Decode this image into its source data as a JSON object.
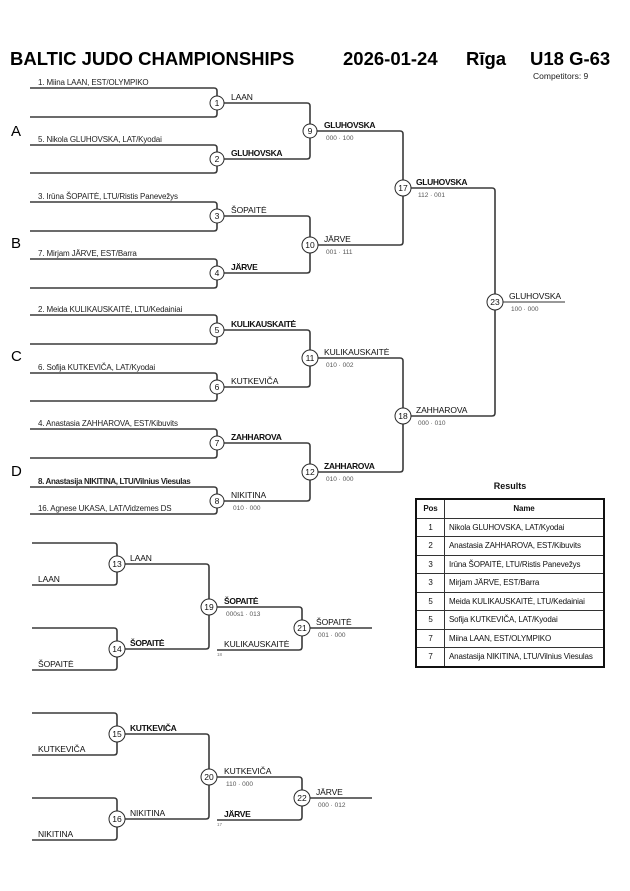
{
  "header": {
    "title": "BALTIC JUDO CHAMPIONSHIPS",
    "date": "2026-01-24",
    "city": "Rīga",
    "category": "U18 G-63",
    "competitors_label": "Competitors: 9"
  },
  "pools": {
    "a": "A",
    "b": "B",
    "c": "C",
    "d": "D"
  },
  "entries": {
    "m1_top": {
      "label": "1. Miina LAAN, EST/OLYMPIKO",
      "highlight": false
    },
    "m2_top": {
      "label": "5. Nikola GLUHOVSKA, LAT/Kyodai",
      "highlight": false
    },
    "m3_top": {
      "label": "3. Irūna ŠOPAITĖ, LTU/Ristis Panevežys",
      "highlight": false
    },
    "m4_top": {
      "label": "7. Mirjam JÄRVE, EST/Barra",
      "highlight": false
    },
    "m5_top": {
      "label": "2. Meida KULIKAUSKAITĖ, LTU/Kedainiai",
      "highlight": false
    },
    "m6_top": {
      "label": "6. Sofija KUTKEVIČA, LAT/Kyodai",
      "highlight": false
    },
    "m7_top": {
      "label": "4. Anastasia ZAHHAROVA, EST/Kibuvits",
      "highlight": false
    },
    "m8_top": {
      "label": "8. Anastasija NIKITINA, LTU/Vilnius Viesulas",
      "highlight": true
    },
    "m8_bottom": {
      "label": "16. Agnese UKASA, LAT/Vidzemes DS",
      "highlight": false
    }
  },
  "matches": {
    "m1": {
      "number": "1",
      "winner": "LAAN",
      "score": null,
      "highlight": false
    },
    "m2": {
      "number": "2",
      "winner": "GLUHOVSKA",
      "score": null,
      "highlight": true
    },
    "m3": {
      "number": "3",
      "winner": "ŠOPAITĖ",
      "score": null,
      "highlight": false
    },
    "m4": {
      "number": "4",
      "winner": "JÄRVE",
      "score": null,
      "highlight": true
    },
    "m5": {
      "number": "5",
      "winner": "KULIKAUSKAITĖ",
      "score": null,
      "highlight": true
    },
    "m6": {
      "number": "6",
      "winner": "KUTKEVIČA",
      "score": null,
      "highlight": false
    },
    "m7": {
      "number": "7",
      "winner": "ZAHHAROVA",
      "score": null,
      "highlight": true
    },
    "m8": {
      "number": "8",
      "winner": "NIKITINA",
      "score": "010 · 000",
      "highlight": false
    },
    "m9": {
      "number": "9",
      "winner": "GLUHOVSKA",
      "score": "000 · 100",
      "highlight": true
    },
    "m10": {
      "number": "10",
      "winner": "JÄRVE",
      "score": "001 · 111",
      "highlight": false
    },
    "m11": {
      "number": "11",
      "winner": "KULIKAUSKAITĖ",
      "score": "010 · 002",
      "highlight": false
    },
    "m12": {
      "number": "12",
      "winner": "ZAHHAROVA",
      "score": "010 · 000",
      "highlight": true
    },
    "m17": {
      "number": "17",
      "winner": "GLUHOVSKA",
      "score": "112 · 001",
      "highlight": true
    },
    "m18": {
      "number": "18",
      "winner": "ZAHHAROVA",
      "score": "000 · 010",
      "highlight": false
    },
    "m23": {
      "number": "23",
      "winner": "GLUHOVSKA",
      "score": "100 · 000",
      "highlight": false
    },
    "m13": {
      "number": "13",
      "winner": "LAAN",
      "score": null,
      "highlight": false
    },
    "m14": {
      "number": "14",
      "winner": "ŠOPAITĖ",
      "score": null,
      "highlight": true
    },
    "m15": {
      "number": "15",
      "winner": "KUTKEVIČA",
      "score": null,
      "highlight": true
    },
    "m16": {
      "number": "16",
      "winner": "NIKITINA",
      "score": null,
      "highlight": false
    },
    "m19": {
      "number": "19",
      "winner": "ŠOPAITĖ",
      "score": "000s1 · 013",
      "highlight": true
    },
    "m20": {
      "number": "20",
      "winner": "KUTKEVIČA",
      "score": "110 · 000",
      "highlight": false
    },
    "m21": {
      "number": "21",
      "winner": "ŠOPAITĖ",
      "score": "001 · 000",
      "highlight": false
    },
    "m22": {
      "number": "22",
      "winner": "JÄRVE",
      "score": "000 · 012",
      "highlight": false
    }
  },
  "repechage_inputs": {
    "m13_bottom": {
      "name": "LAAN",
      "highlight": false
    },
    "m14_bottom": {
      "name": "ŠOPAITĖ",
      "highlight": false
    },
    "m15_bottom": {
      "name": "KUTKEVIČA",
      "highlight": false
    },
    "m16_bottom": {
      "name": "NIKITINA",
      "highlight": false
    },
    "m21_bottom": {
      "name": "KULIKAUSKAITĖ",
      "from_match": "18",
      "highlight": false
    },
    "m22_bottom": {
      "name": "JÄRVE",
      "from_match": "17",
      "highlight": true
    }
  },
  "results": {
    "title": "Results",
    "columns": {
      "pos": "Pos",
      "name": "Name"
    },
    "rows": [
      {
        "pos": "1",
        "name": "Nikola GLUHOVSKA, LAT/Kyodai"
      },
      {
        "pos": "2",
        "name": "Anastasia ZAHHAROVA, EST/Kibuvits"
      },
      {
        "pos": "3",
        "name": "Irūna ŠOPAITĖ, LTU/Ristis Panevežys"
      },
      {
        "pos": "3",
        "name": "Mirjam JÄRVE, EST/Barra"
      },
      {
        "pos": "5",
        "name": "Meida KULIKAUSKAITĖ, LTU/Kedainiai"
      },
      {
        "pos": "5",
        "name": "Sofija KUTKEVIČA, LAT/Kyodai"
      },
      {
        "pos": "7",
        "name": "Miina LAAN, EST/OLYMPIKO"
      },
      {
        "pos": "7",
        "name": "Anastasija NIKITINA, LTU/Vilnius Viesulas"
      }
    ]
  }
}
